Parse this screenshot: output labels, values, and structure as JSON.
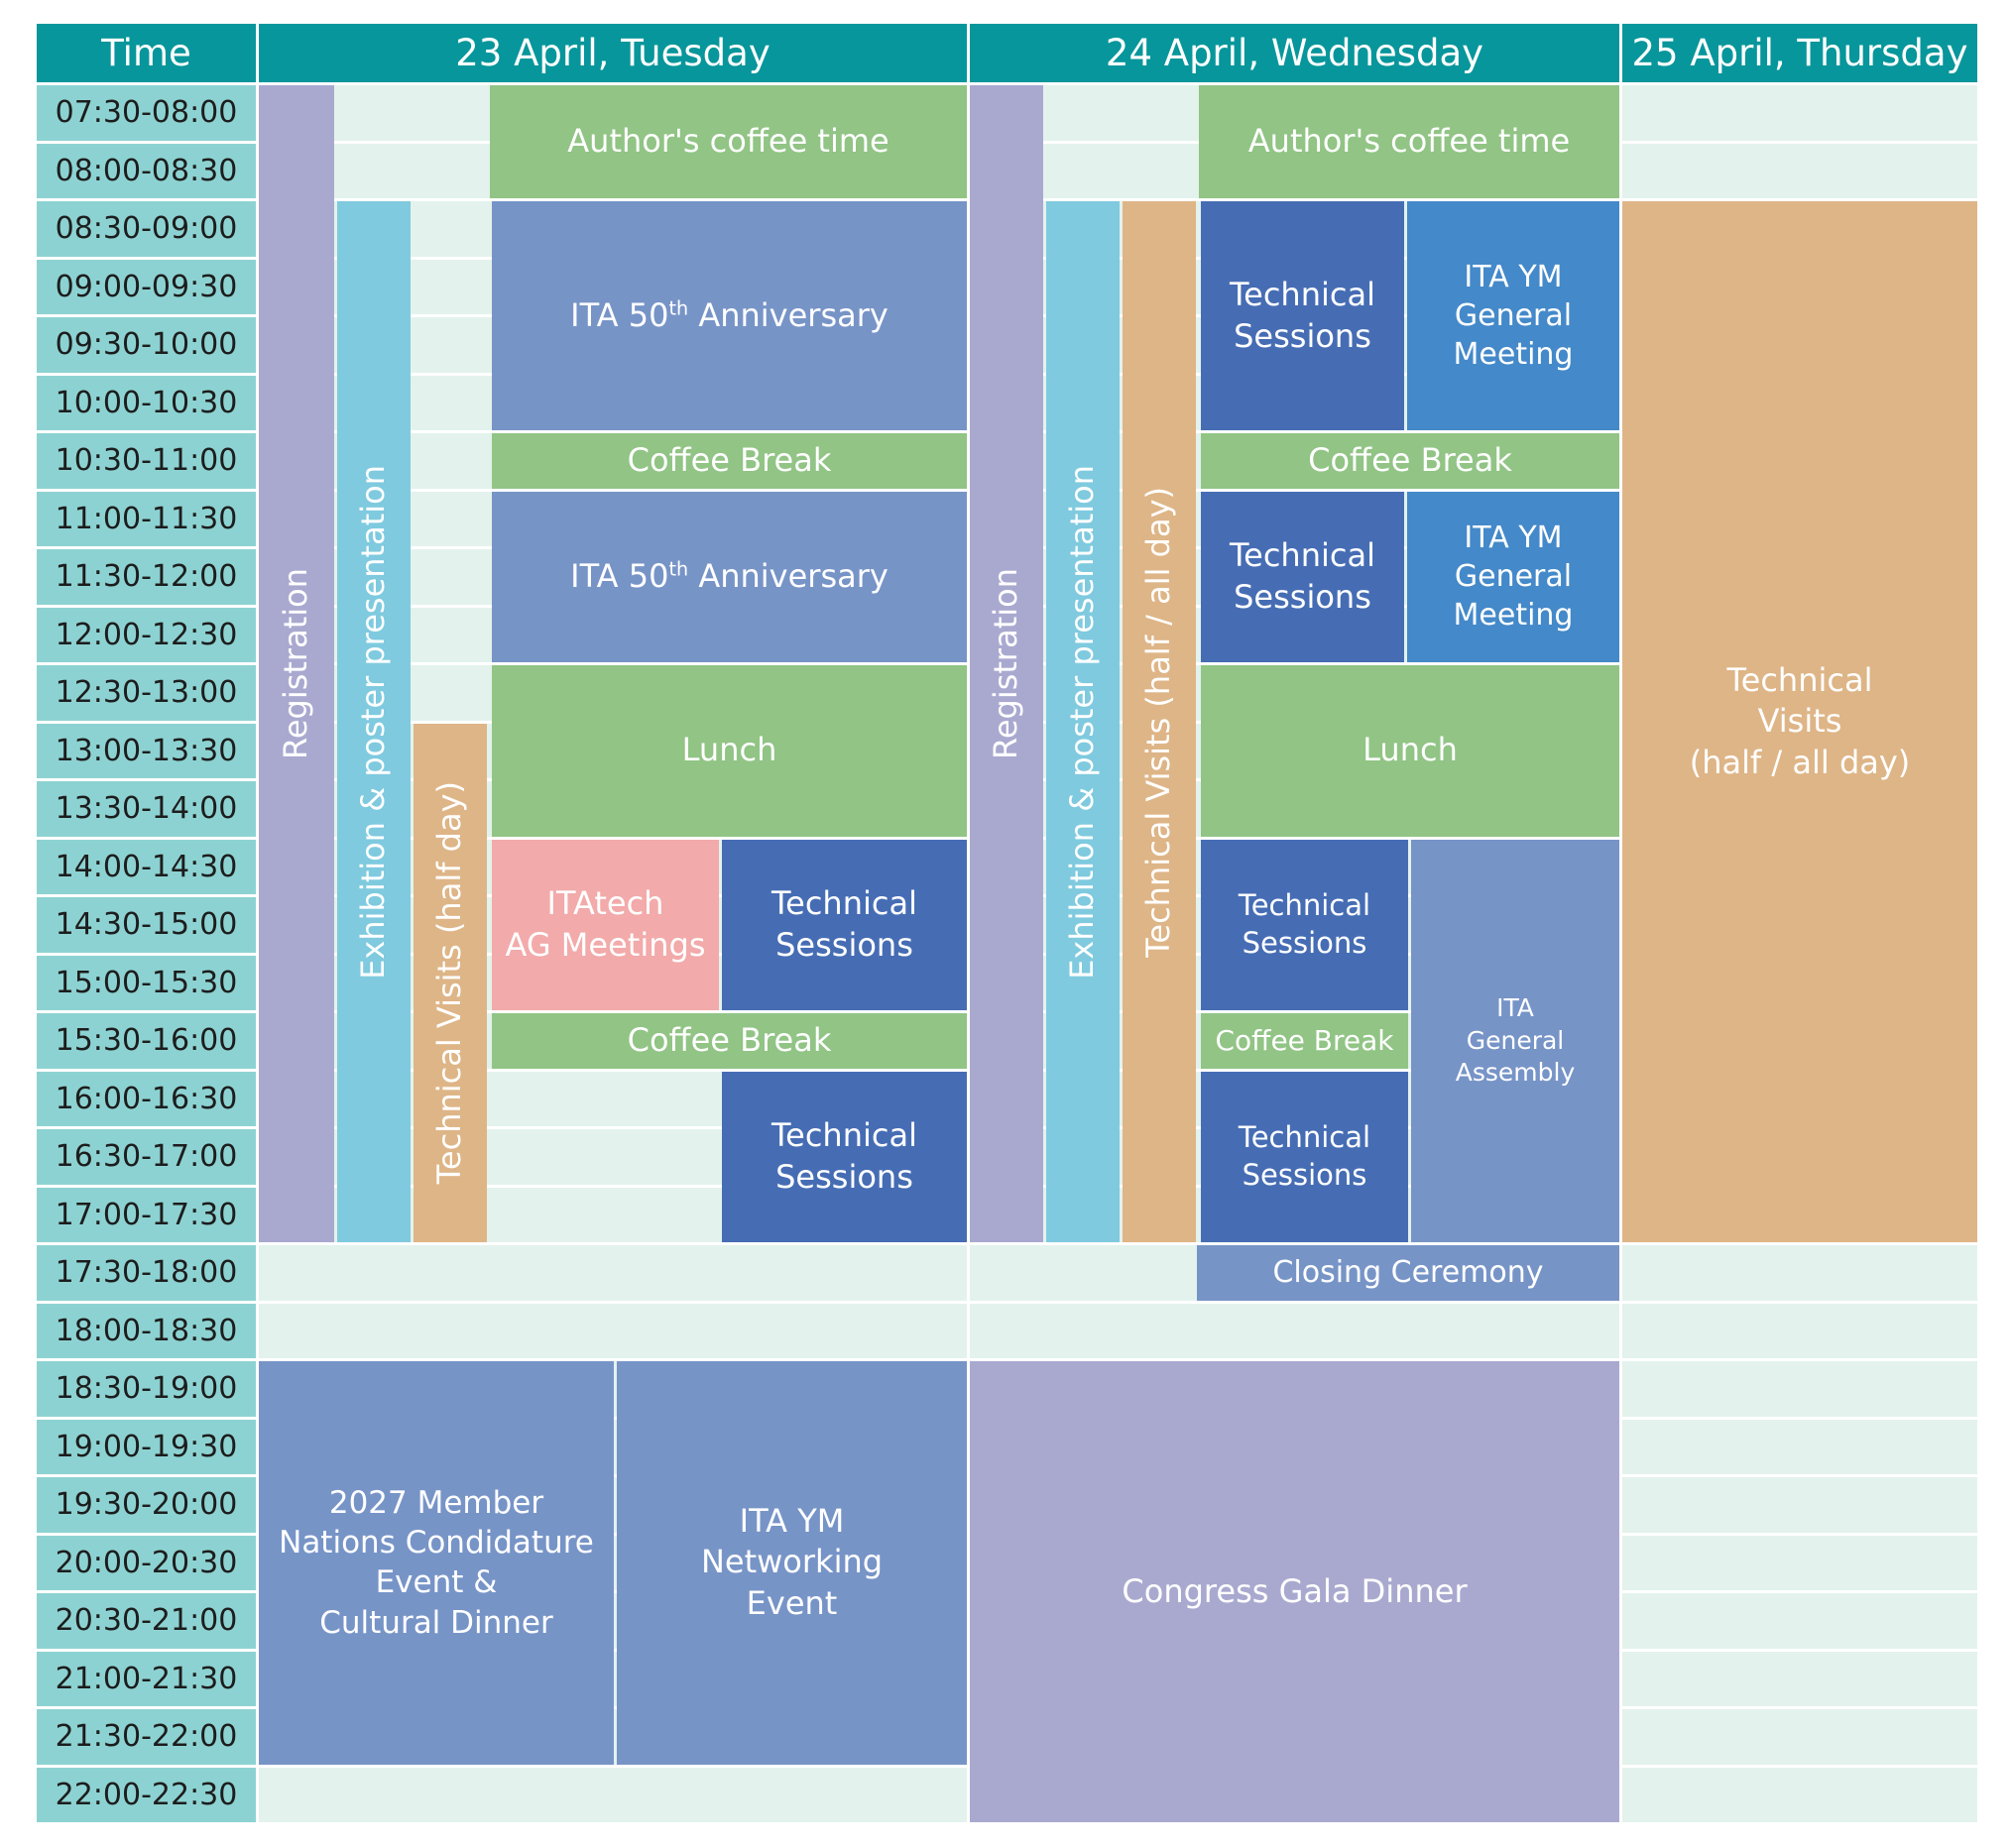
{
  "colors": {
    "header": "#07969b",
    "time_cell": "#8dd2d2",
    "empty": "#e3f2ec",
    "registration": "#a9a9d0",
    "exhibition": "#7fcadf",
    "visits": "#deb587",
    "green": "#91c485",
    "anniversary": "#7794c7",
    "technical": "#466db4",
    "ym_meeting": "#4489c9",
    "itatech": "#f2aaaa",
    "steel": "#7794c7",
    "gala": "#a9a9d0"
  },
  "headers": {
    "time": "Time",
    "day1": "23 April, Tuesday",
    "day2": "24 April, Wednesday",
    "day3": "25 April, Thursday"
  },
  "times": [
    "07:30-08:00",
    "08:00-08:30",
    "08:30-09:00",
    "09:00-09:30",
    "09:30-10:00",
    "10:00-10:30",
    "10:30-11:00",
    "11:00-11:30",
    "11:30-12:00",
    "12:00-12:30",
    "12:30-13:00",
    "13:00-13:30",
    "13:30-14:00",
    "14:00-14:30",
    "14:30-15:00",
    "15:00-15:30",
    "15:30-16:00",
    "16:00-16:30",
    "16:30-17:00",
    "17:00-17:30",
    "17:30-18:00",
    "18:00-18:30",
    "18:30-19:00",
    "19:00-19:30",
    "19:30-20:00",
    "20:00-20:30",
    "20:30-21:00",
    "21:00-21:30",
    "21:30-22:00",
    "22:00-22:30"
  ],
  "events": [
    {
      "name": "day1-registration",
      "text": "Registration",
      "vertical": true,
      "color": "registration"
    },
    {
      "name": "day1-exhibition",
      "text": "Exhibition & poster presentation",
      "vertical": true,
      "color": "exhibition"
    },
    {
      "name": "day1-technical-visits",
      "text": "Technical Visits (half day)",
      "vertical": true,
      "color": "visits"
    },
    {
      "name": "day1-authors-coffee",
      "text": "Author's coffee time",
      "color": "green"
    },
    {
      "name": "day1-anniversary-1",
      "pre": "ITA 50",
      "sup": "th",
      "post": " Anniversary",
      "color": "anniversary"
    },
    {
      "name": "day1-coffee-break-1",
      "text": "Coffee Break",
      "color": "green"
    },
    {
      "name": "day1-anniversary-2",
      "pre": "ITA 50",
      "sup": "th",
      "post": " Anniversary",
      "color": "anniversary"
    },
    {
      "name": "day1-lunch",
      "text": "Lunch",
      "color": "green"
    },
    {
      "name": "day1-itatech",
      "text": "ITAtech\nAG Meetings",
      "color": "itatech"
    },
    {
      "name": "day1-technical-sessions-1",
      "text": "Technical\nSessions",
      "color": "technical"
    },
    {
      "name": "day1-coffee-break-2",
      "text": "Coffee Break",
      "color": "green"
    },
    {
      "name": "day1-technical-sessions-2",
      "text": "Technical\nSessions",
      "color": "technical"
    },
    {
      "name": "day1-candidature-dinner",
      "text": "2027 Member\nNations Condidature\nEvent &\nCultural Dinner",
      "color": "steel"
    },
    {
      "name": "day1-ym-networking",
      "text": "ITA YM\nNetworking\nEvent",
      "color": "steel"
    },
    {
      "name": "day2-registration",
      "text": "Registration",
      "vertical": true,
      "color": "registration"
    },
    {
      "name": "day2-exhibition",
      "text": "Exhibition & poster presentation",
      "vertical": true,
      "color": "exhibition"
    },
    {
      "name": "day2-technical-visits",
      "text": "Technical Visits (half / all day)",
      "vertical": true,
      "color": "visits"
    },
    {
      "name": "day2-authors-coffee",
      "text": "Author's coffee time",
      "color": "green"
    },
    {
      "name": "day2-technical-sessions-1",
      "text": "Technical\nSessions",
      "color": "technical"
    },
    {
      "name": "day2-ym-meeting-1",
      "text": "ITA YM\nGeneral\nMeeting",
      "color": "ym_meeting"
    },
    {
      "name": "day2-coffee-break-1",
      "text": "Coffee Break",
      "color": "green"
    },
    {
      "name": "day2-technical-sessions-2",
      "text": "Technical\nSessions",
      "color": "technical"
    },
    {
      "name": "day2-ym-meeting-2",
      "text": "ITA YM\nGeneral\nMeeting",
      "color": "ym_meeting"
    },
    {
      "name": "day2-lunch",
      "text": "Lunch",
      "color": "green"
    },
    {
      "name": "day2-technical-sessions-3",
      "text": "Technical\nSessions",
      "color": "technical"
    },
    {
      "name": "day2-general-assembly",
      "text": "ITA\nGeneral\nAssembly",
      "color": "steel"
    },
    {
      "name": "day2-coffee-break-2",
      "text": "Coffee Break",
      "color": "green"
    },
    {
      "name": "day2-technical-sessions-4",
      "text": "Technical\nSessions",
      "color": "technical"
    },
    {
      "name": "day2-closing-ceremony",
      "text": "Closing Ceremony",
      "color": "steel"
    },
    {
      "name": "day2-gala-dinner",
      "text": "Congress Gala Dinner",
      "color": "gala"
    },
    {
      "name": "day3-technical-visits",
      "text": "Technical\nVisits\n(half / all day)",
      "color": "visits"
    }
  ]
}
